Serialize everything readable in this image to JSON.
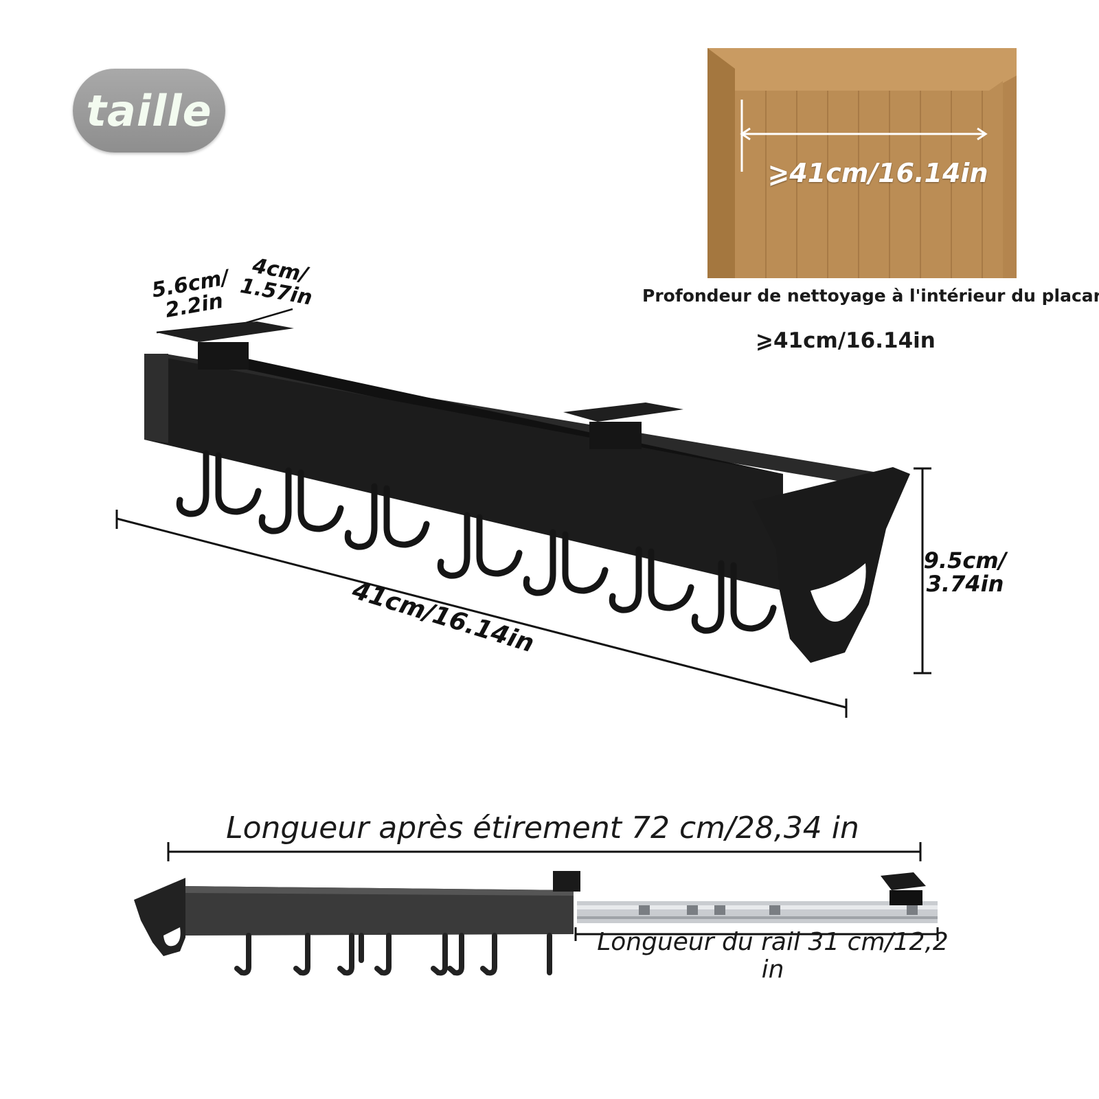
{
  "badge": {
    "label": "taille"
  },
  "cabinet": {
    "measure_label": "⩾41cm/16.14in",
    "caption": "Profondeur de nettoyage à l'intérieur du placard",
    "depth_value": "⩾41cm/16.14in"
  },
  "dimensions": {
    "width": "5.6cm/\n2.2in",
    "depth": "4cm/\n1.57in",
    "length": "41cm/16.14in",
    "height": "9.5cm/\n3.74in"
  },
  "extended": {
    "length_label": "Longueur après étirement 72 cm/28,34 in",
    "rail_label": "Longueur du rail 31 cm/12,2 in"
  },
  "colors": {
    "product": "#1c1c1c",
    "wood": "#b88a52",
    "badge": "#9a9a9a",
    "rail_metal": "#c9ccd0"
  }
}
